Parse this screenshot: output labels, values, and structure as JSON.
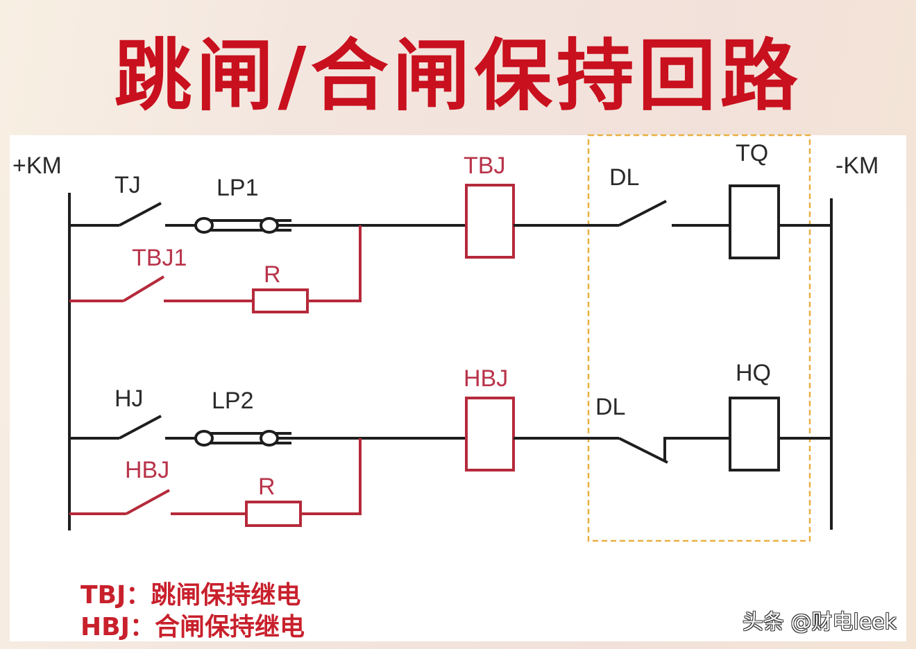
{
  "title": "跳闸/合闸保持回路",
  "colors": {
    "title": "#c8101e",
    "wire_black": "#1e1e1e",
    "wire_red": "#b52a3a",
    "dashed_box": "#e8b040",
    "label_black": "#2a2a2a",
    "label_red": "#b8344a"
  },
  "diagram": {
    "bus_positive": "+KM",
    "bus_negative": "-KM",
    "trip_circuit": {
      "contact": "TJ",
      "pressplate": "LP1",
      "hold_contact": "TBJ1",
      "resistor": "R",
      "hold_relay": "TBJ",
      "breaker_contact": "DL",
      "breaker_contact_type": "normally-open",
      "coil": "TQ"
    },
    "close_circuit": {
      "contact": "HJ",
      "pressplate": "LP2",
      "hold_contact": "HBJ",
      "resistor": "R",
      "hold_relay": "HBJ",
      "breaker_contact": "DL",
      "breaker_contact_type": "normally-closed",
      "coil": "HQ"
    }
  },
  "legend": [
    {
      "key": "TBJ",
      "sep": "：",
      "desc": "跳闸保持继电"
    },
    {
      "key": "HBJ",
      "sep": "：",
      "desc": "合闸保持继电"
    }
  ],
  "watermark": "头条 @财电leek"
}
